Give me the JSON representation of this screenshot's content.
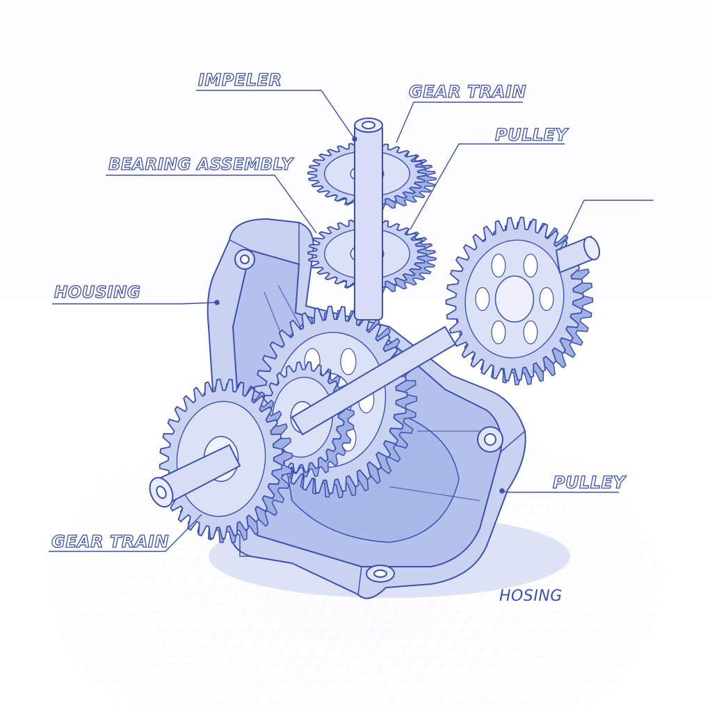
{
  "labels": {
    "impeler": "IMPELER",
    "gear_train_top": "GEAR TRAIN",
    "pulley_top": "PULLEY",
    "bearing_assembly": "BEARING ASSEMBLY",
    "housing": "HOUSING",
    "pulley_right": "PULLEY",
    "gear_train_bottom": "GEAR TRAIN",
    "hosing": "HOSING"
  },
  "colors": {
    "line": "#3a4fb0",
    "part_fill": "#c9d3f1",
    "part_shade": "#9fb0e4",
    "grid": "#dfe4f3",
    "background": "#fdfdff"
  }
}
